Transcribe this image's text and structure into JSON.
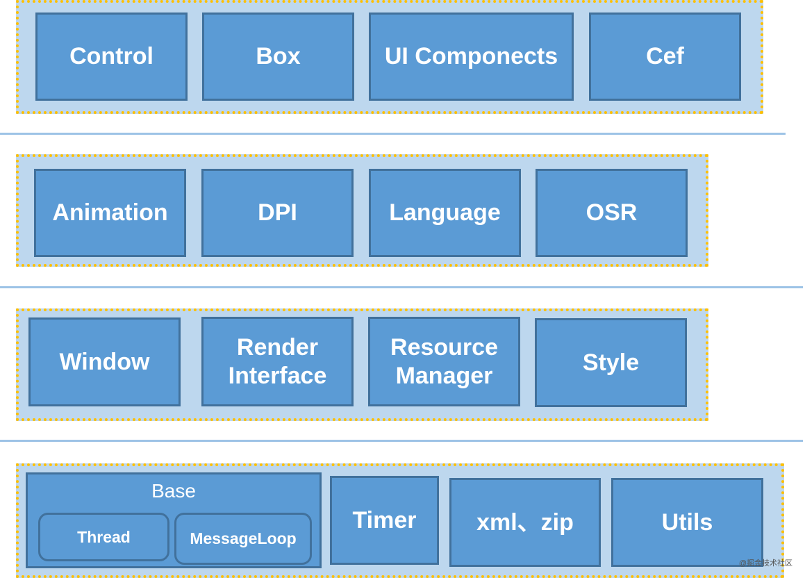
{
  "layers": [
    {
      "boxes": [
        "Control",
        "Box",
        "UI Componects",
        "Cef"
      ]
    },
    {
      "boxes": [
        "Animation",
        "DPI",
        "Language",
        "OSR"
      ]
    },
    {
      "boxes": [
        "Window",
        "Render\nInterface",
        "Resource\nManager",
        "Style"
      ]
    },
    {
      "base": {
        "title": "Base",
        "items": [
          "Thread",
          "MessageLoop"
        ]
      },
      "boxes": [
        "Timer",
        "xml、zip",
        "Utils"
      ]
    }
  ],
  "watermark": "@掘金技术社区",
  "colors": {
    "layer_bg": "#bdd7ee",
    "layer_border": "#ffc000",
    "box_fill": "#5b9bd5",
    "box_border": "#41719c",
    "separator": "#9dc3e6",
    "text": "#ffffff"
  }
}
